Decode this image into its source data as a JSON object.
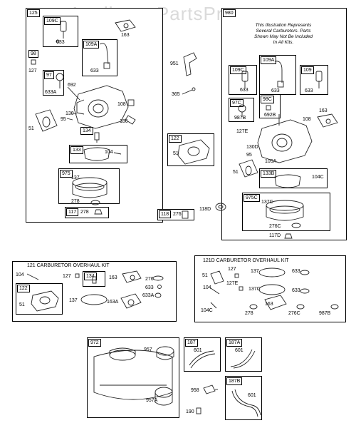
{
  "watermark": "AppliancePartsPros.com",
  "assemblies": {
    "a125": {
      "tag": "125",
      "parts": [
        "109C",
        "633",
        "163",
        "109A",
        "633",
        "98",
        "127",
        "97",
        "633A",
        "692",
        "130",
        "95",
        "108",
        "51",
        "186",
        "134",
        "133",
        "104",
        "975",
        "137",
        "278",
        "117",
        "278"
      ]
    },
    "a980": {
      "tag": "980",
      "note": [
        "This Illustration Represents",
        "Several Carburetors. Parts",
        "Shown May Not Be Included",
        "In All Kits."
      ],
      "parts": [
        "109C",
        "633",
        "109A",
        "633",
        "109",
        "633",
        "97C",
        "987B",
        "98C",
        "692B",
        "163",
        "108",
        "127E",
        "130D",
        "95",
        "105A",
        "51",
        "133B",
        "104C",
        "975C",
        "137C",
        "276C",
        "117D"
      ]
    },
    "loose": [
      "951",
      "365",
      "122",
      "51",
      "118",
      "276",
      "118D"
    ],
    "k121": {
      "title": "121 CARBURETOR OVERHAUL KIT",
      "parts": [
        "104",
        "127",
        "134",
        "276",
        "122",
        "163",
        "633",
        "51",
        "137",
        "163A",
        "633A"
      ]
    },
    "k121d": {
      "title": "121D CARBURETOR OVERHAUL KIT",
      "parts": [
        "51",
        "127",
        "137",
        "633",
        "104",
        "127E",
        "137C",
        "633",
        "104C",
        "163",
        "278",
        "276C",
        "987B"
      ]
    },
    "a972": {
      "tag": "972",
      "parts": [
        "957",
        "957A"
      ]
    },
    "misc": [
      "958",
      "190"
    ],
    "a187": {
      "tag": "187",
      "parts": [
        "601"
      ]
    },
    "a187A": {
      "tag": "187A",
      "parts": [
        "601"
      ]
    },
    "a187B": {
      "tag": "187B",
      "parts": [
        "601"
      ]
    }
  }
}
